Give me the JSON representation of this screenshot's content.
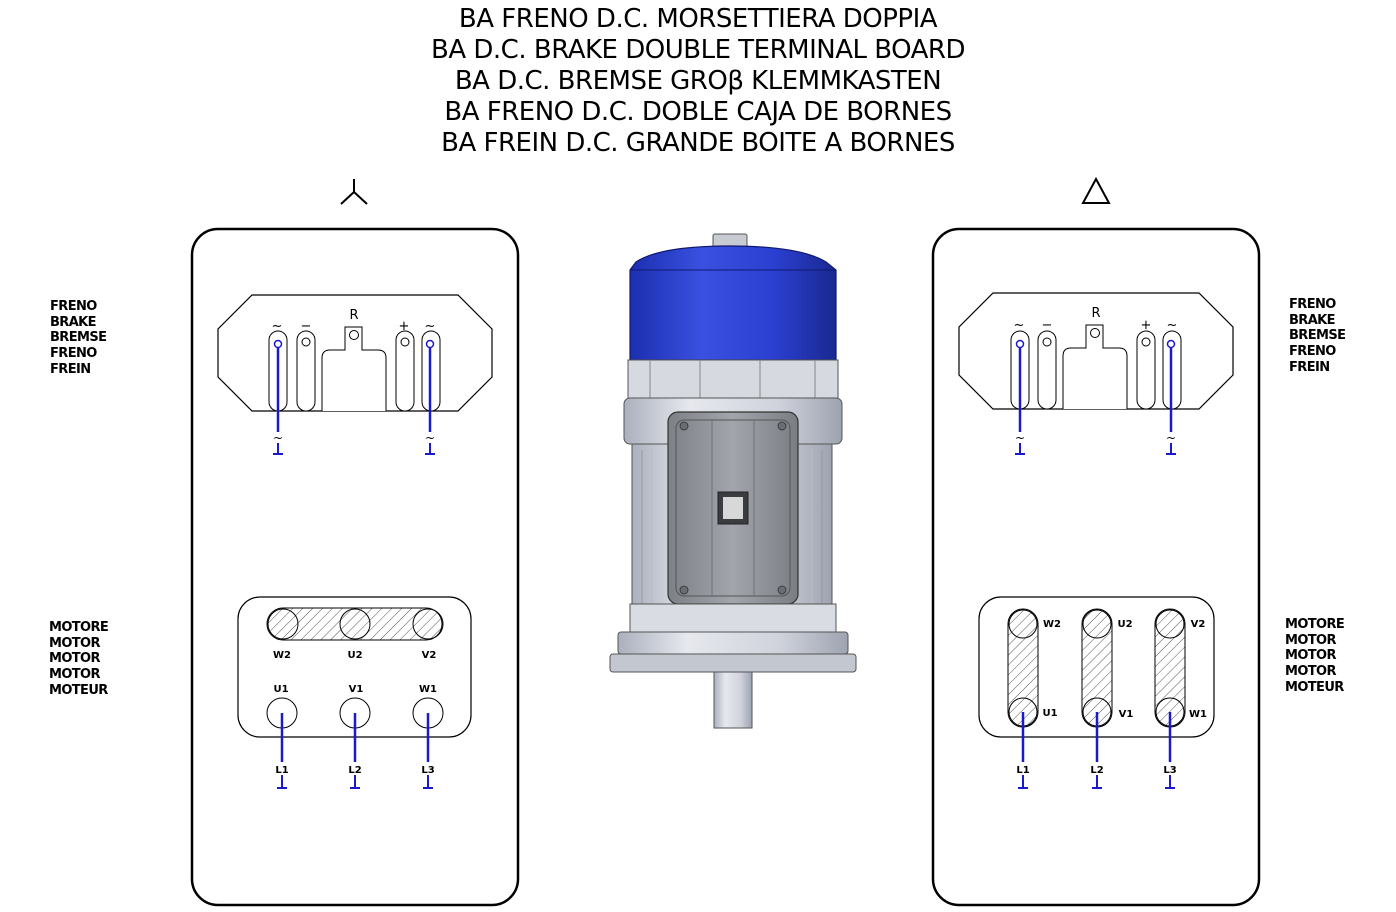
{
  "title_lines": [
    "BA FRENO D.C. MORSETTIERA DOPPIA",
    "BA D.C. BRAKE DOUBLE TERMINAL BOARD",
    "BA D.C. BREMSE GROβ KLEMMKASTEN",
    "BA FRENO D.C. DOBLE CAJA DE BORNES",
    "BA FREIN D.C. GRANDE BOITE A BORNES"
  ],
  "brake_label_lines": [
    "FRENO",
    "BRAKE",
    "BREMSE",
    "FRENO",
    "FREIN"
  ],
  "motor_label_lines": [
    "MOTORE",
    "MOTOR",
    "MOTOR",
    "MOTOR",
    "MOTEUR"
  ],
  "brake_terminals": {
    "tilde": "~",
    "minus": "−",
    "plus": "+",
    "r": "R"
  },
  "star_panel": {
    "symbol": "star-icon",
    "upper_labels": [
      "W2",
      "U2",
      "V2"
    ],
    "lower_labels": [
      "U1",
      "V1",
      "W1"
    ],
    "line_labels": [
      "L1",
      "L2",
      "L3"
    ]
  },
  "delta_panel": {
    "symbol": "delta-icon",
    "upper_labels": [
      "W2",
      "U2",
      "V2"
    ],
    "lower_labels": [
      "U1",
      "V1",
      "W1"
    ],
    "line_labels": [
      "L1",
      "L2",
      "L3"
    ]
  },
  "colors": {
    "wire": "#1a1acc",
    "motor_cap": "#2b3fd1",
    "motor_body": "#c9ccd4",
    "terminal_box": "#8f9297"
  }
}
